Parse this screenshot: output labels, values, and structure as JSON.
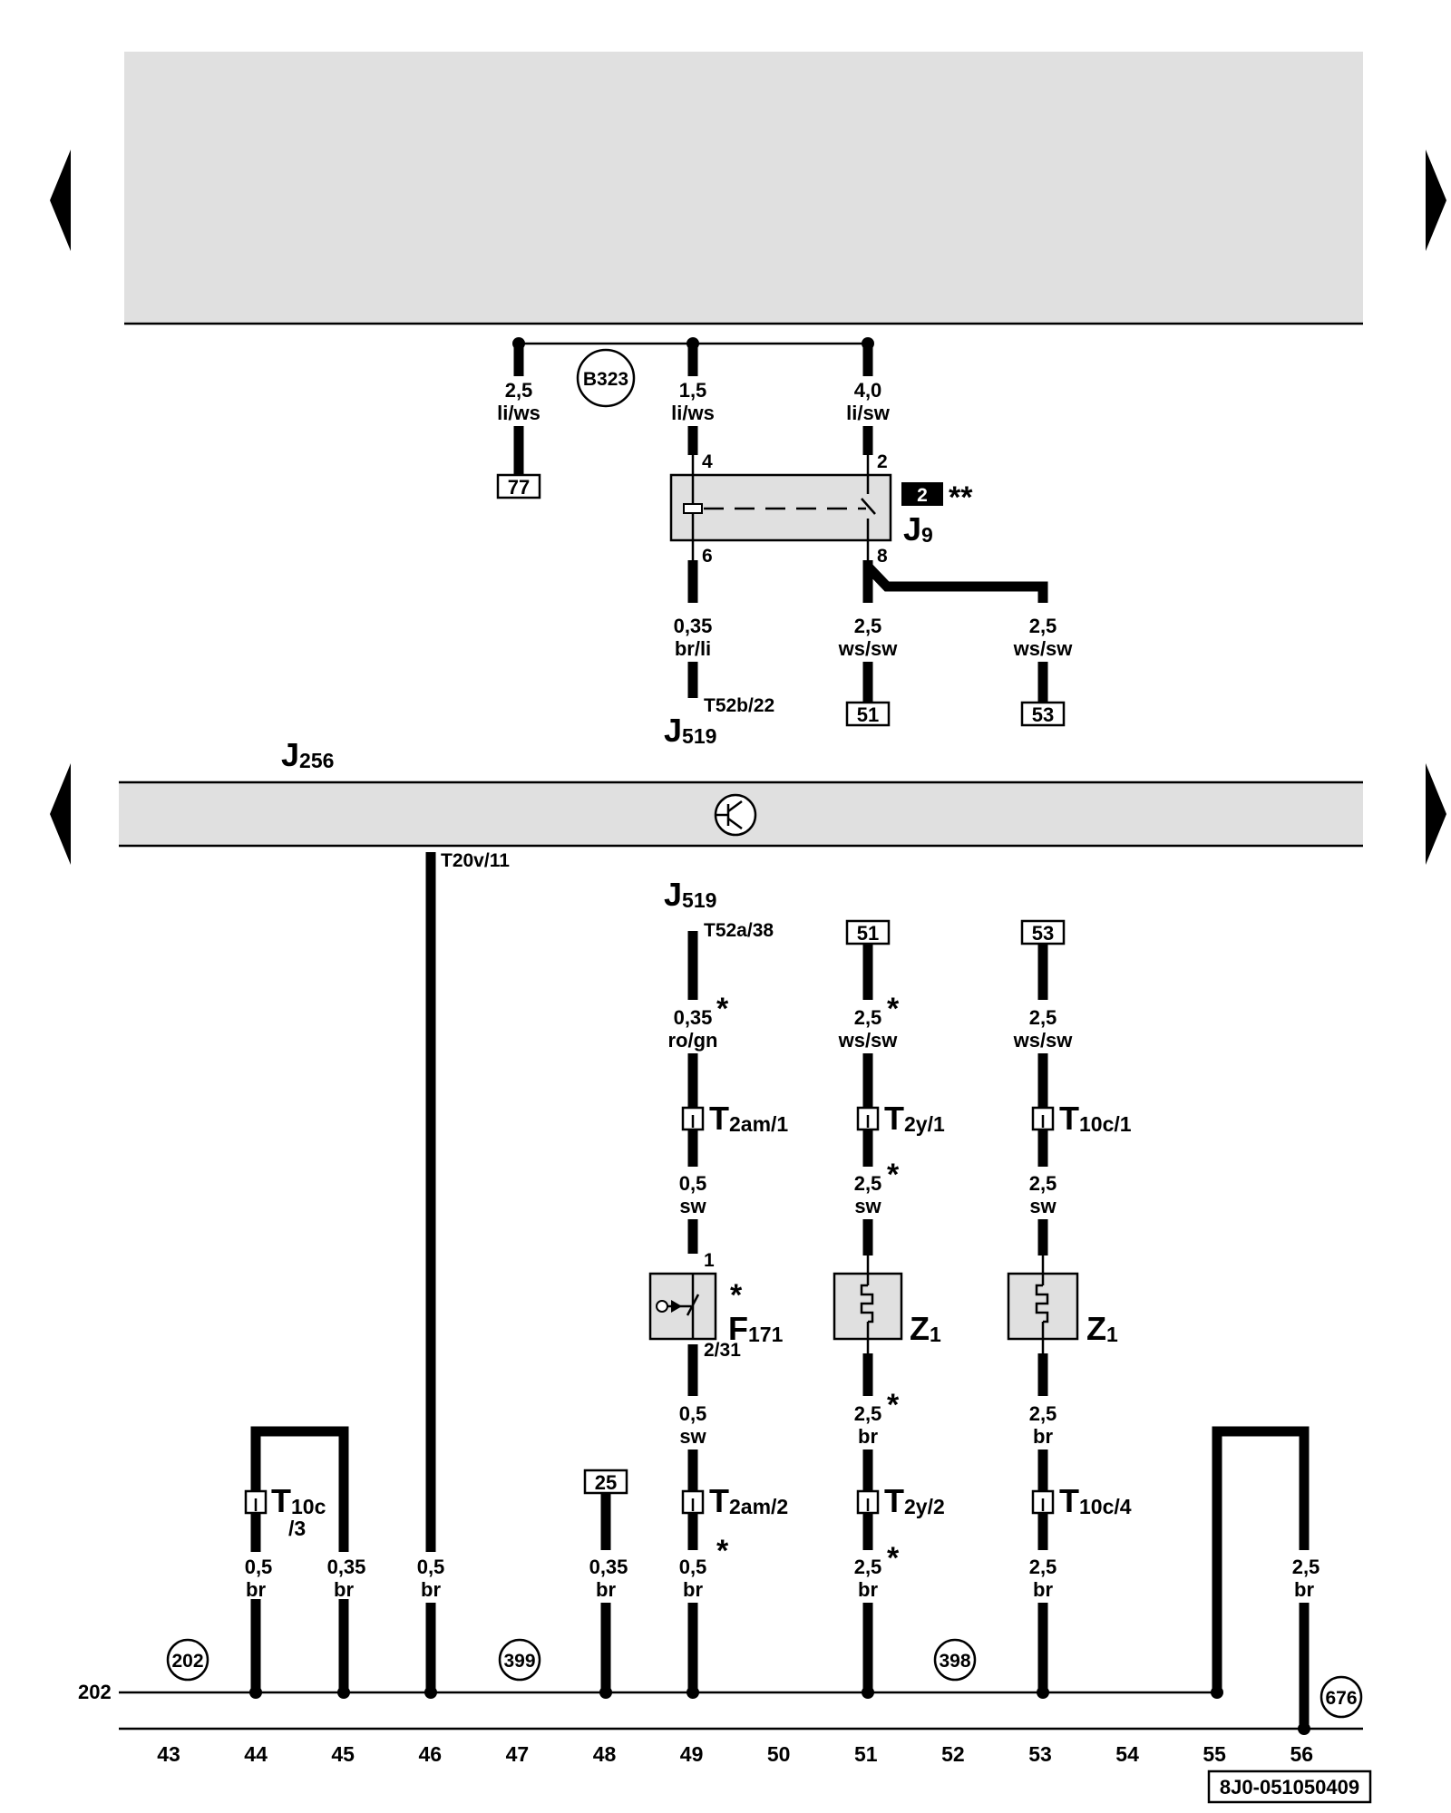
{
  "components": {
    "j9": {
      "letter": "J",
      "sub": "9",
      "badge": "2",
      "mark": "**"
    },
    "j519_top": {
      "letter": "J",
      "sub": "519",
      "pin": "T52b/22"
    },
    "j519_mid": {
      "letter": "J",
      "sub": "519",
      "pin": "T52a/38"
    },
    "j256": {
      "letter": "J",
      "sub": "256",
      "pin": "T20v/11"
    },
    "f171": {
      "letter": "F",
      "sub": "171",
      "mark": "*",
      "pin_top": "1",
      "pin_bottom": "2/31"
    },
    "z1_a": {
      "letter": "Z",
      "sub": "1"
    },
    "z1_b": {
      "letter": "Z",
      "sub": "1"
    }
  },
  "j9_pins": {
    "p4": "4",
    "p2": "2",
    "p6": "6",
    "p8": "8"
  },
  "circles": {
    "b323": "B323",
    "c202": "202",
    "c399": "399",
    "c398": "398",
    "c676": "676"
  },
  "line_ref": "202",
  "ref_boxes": {
    "r77": "77",
    "r51a": "51",
    "r53a": "53",
    "r51b": "51",
    "r53b": "53",
    "r25": "25"
  },
  "connectors": {
    "t2am1": {
      "letter": "T",
      "sub": "2am/1"
    },
    "t2y1": {
      "letter": "T",
      "sub": "2y/1"
    },
    "t10c1": {
      "letter": "T",
      "sub": "10c/1"
    },
    "t2am2": {
      "letter": "T",
      "sub": "2am/2"
    },
    "t2y2": {
      "letter": "T",
      "sub": "2y/2"
    },
    "t10c4": {
      "letter": "T",
      "sub": "10c/4"
    },
    "t10c3": {
      "letter": "T",
      "sub": "10c",
      "sub2": "/3"
    }
  },
  "wire_labels": {
    "w1": {
      "size": "2,5",
      "color": "li/ws"
    },
    "w2": {
      "size": "1,5",
      "color": "li/ws"
    },
    "w3": {
      "size": "4,0",
      "color": "li/sw"
    },
    "w4": {
      "size": "0,35",
      "color": "br/li"
    },
    "w5": {
      "size": "2,5",
      "color": "ws/sw"
    },
    "w6": {
      "size": "2,5",
      "color": "ws/sw"
    },
    "w7": {
      "size": "0,35",
      "color": "ro/gn"
    },
    "w8": {
      "size": "2,5",
      "color": "ws/sw"
    },
    "w9": {
      "size": "2,5",
      "color": "ws/sw"
    },
    "w10": {
      "size": "0,5",
      "color": "sw"
    },
    "w11": {
      "size": "2,5",
      "color": "sw"
    },
    "w12": {
      "size": "2,5",
      "color": "sw"
    },
    "w13": {
      "size": "0,5",
      "color": "sw"
    },
    "w14": {
      "size": "2,5",
      "color": "br"
    },
    "w15": {
      "size": "2,5",
      "color": "br"
    },
    "w16": {
      "size": "0,5",
      "color": "br"
    },
    "w17": {
      "size": "0,35",
      "color": "br"
    },
    "w18": {
      "size": "0,5",
      "color": "br"
    },
    "w19": {
      "size": "0,35",
      "color": "br"
    },
    "w20": {
      "size": "0,5",
      "color": "br"
    },
    "w21": {
      "size": "2,5",
      "color": "br"
    },
    "w22": {
      "size": "2,5",
      "color": "br"
    },
    "w23": {
      "size": "2,5",
      "color": "br"
    }
  },
  "stars": {
    "s": "*"
  },
  "tracks": [
    "43",
    "44",
    "45",
    "46",
    "47",
    "48",
    "49",
    "50",
    "51",
    "52",
    "53",
    "54",
    "55",
    "56"
  ],
  "doc_id": "8J0-051050409"
}
